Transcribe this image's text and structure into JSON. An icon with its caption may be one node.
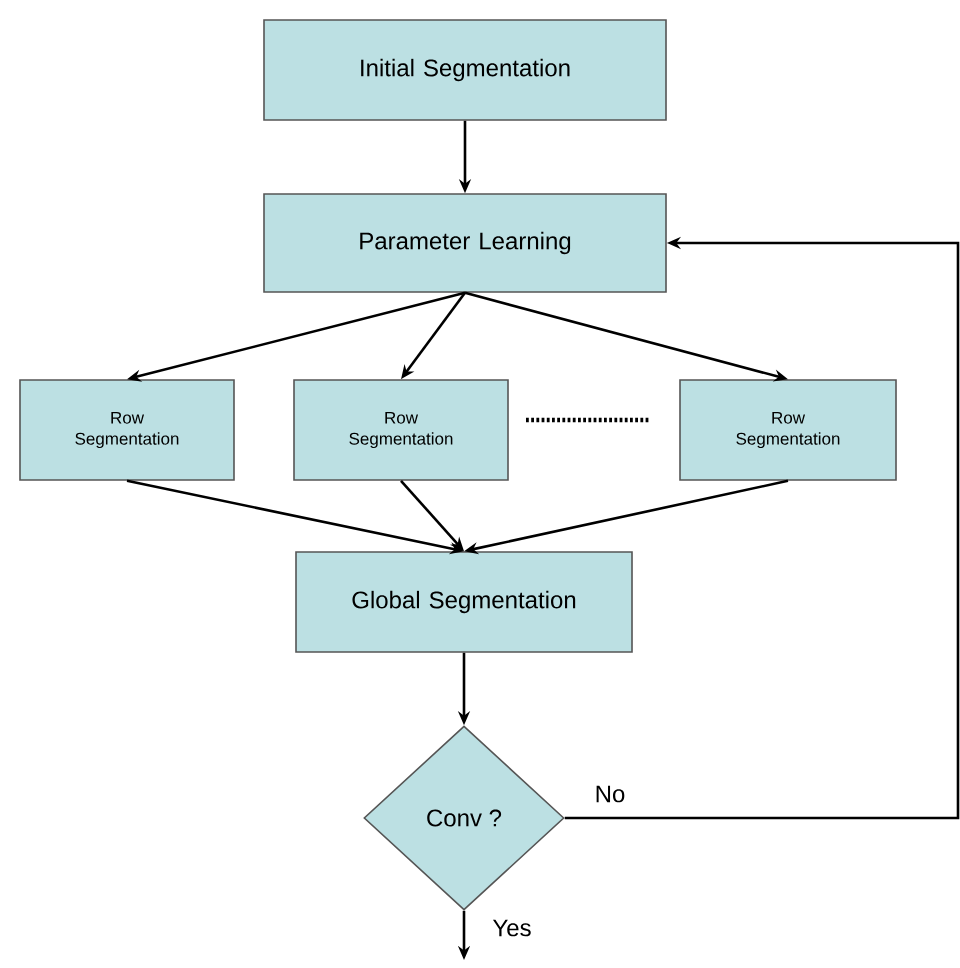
{
  "diagram": {
    "nodes": [
      {
        "text": [
          "Initial Segmentation"
        ]
      },
      {
        "text": [
          "Parameter Learning"
        ]
      },
      {
        "text": [
          "Row Segmentation"
        ]
      },
      {
        "text": [
          "Row Segmentation"
        ]
      },
      {
        "text": [
          "Row Segmentation"
        ]
      },
      {
        "text": [
          "Global Segmentation"
        ]
      },
      {
        "text": [
          "Conv ?"
        ]
      }
    ],
    "edges": [
      {
        "from": 0,
        "to": 1,
        "arrow": "to"
      },
      {
        "from": 1,
        "to": 2,
        "arrow": "to"
      },
      {
        "from": 1,
        "to": 3,
        "arrow": "to"
      },
      {
        "from": 1,
        "to": 4,
        "arrow": "to"
      },
      {
        "from": 2,
        "to": 5,
        "arrow": "to"
      },
      {
        "from": 3,
        "to": 5,
        "arrow": "to"
      },
      {
        "from": 4,
        "to": 5,
        "arrow": "to"
      },
      {
        "from": 5,
        "to": 6,
        "arrow": "to"
      },
      {
        "from": 6,
        "to": 1,
        "arrow": "to",
        "label": "No"
      },
      {
        "from": 6,
        "to": null,
        "arrow": "to",
        "label": "Yes"
      }
    ]
  }
}
